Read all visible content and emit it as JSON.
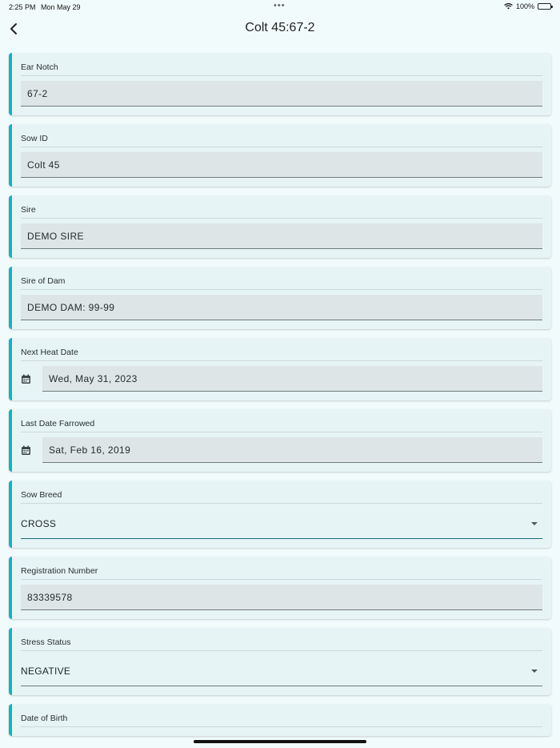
{
  "status": {
    "time": "2:25 PM",
    "date": "Mon May 29",
    "battery": "100%"
  },
  "header": {
    "title": "Colt 45:67-2"
  },
  "fields": {
    "ear_notch": {
      "label": "Ear Notch",
      "value": "67-2"
    },
    "sow_id": {
      "label": "Sow ID",
      "value": "Colt 45"
    },
    "sire": {
      "label": "Sire",
      "value": "DEMO SIRE"
    },
    "sire_of_dam": {
      "label": "Sire of Dam",
      "value": "DEMO DAM: 99-99"
    },
    "next_heat_date": {
      "label": "Next Heat Date",
      "value": "Wed, May 31, 2023"
    },
    "last_date_farrowed": {
      "label": "Last Date Farrowed",
      "value": "Sat, Feb 16, 2019"
    },
    "sow_breed": {
      "label": "Sow Breed",
      "value": "CROSS"
    },
    "registration_number": {
      "label": "Registration Number",
      "value": "83339578"
    },
    "stress_status": {
      "label": "Stress Status",
      "value": "NEGATIVE"
    },
    "date_of_birth": {
      "label": "Date of Birth"
    }
  },
  "icons": {
    "back": "chevron-left-icon",
    "calendar": "calendar-icon",
    "dropdown": "dropdown-caret-icon",
    "wifi": "wifi-icon",
    "battery": "battery-icon"
  },
  "colors": {
    "accent": "#16b1c2",
    "background": "#f2fbfb",
    "card": "#e6f4f6"
  }
}
